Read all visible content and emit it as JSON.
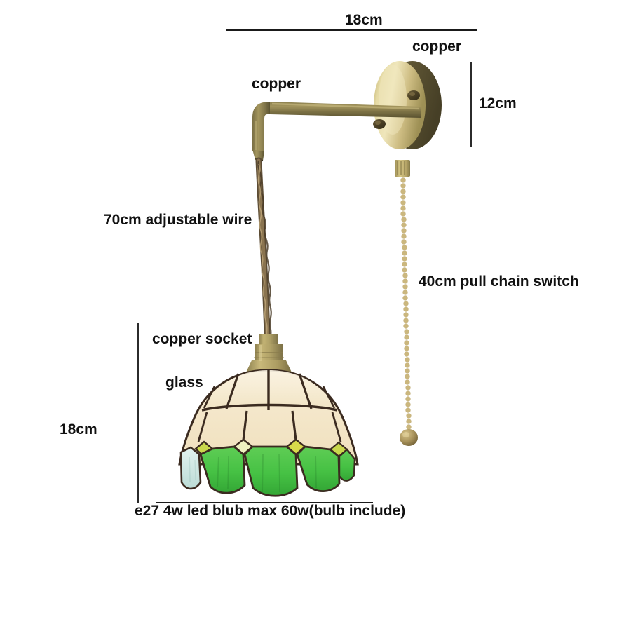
{
  "diagram": {
    "title": "wall-lamp-dimension-diagram",
    "background_color": "#ffffff",
    "labels": {
      "width_top": "18cm",
      "height_plate": "12cm",
      "height_shade": "18cm",
      "arm_material": "copper",
      "plate_material": "copper",
      "wire": "70cm adjustable wire",
      "pull_chain": "40cm pull chain switch",
      "socket": "copper socket",
      "shade_material": "glass",
      "bulb": "e27 4w led blub max 60w(bulb include)"
    },
    "colors": {
      "text": "#111111",
      "dimension_line": "#1a1a1a",
      "brass_light": "#d8c98a",
      "brass_mid": "#b9a96a",
      "brass_dark": "#6d6340",
      "bronze": "#6b6340",
      "bronze_dark": "#4a4430",
      "glass_cream": "#f3e6c8",
      "glass_cream_light": "#faf2de",
      "glass_green": "#4cc34a",
      "glass_green_dark": "#37a83a",
      "glass_yellow": "#d6d94a",
      "glass_blue": "#cfe7e2",
      "leading": "#3b2b20",
      "cord": "#6d5a3e",
      "chain": "#cbb77e"
    },
    "parts": [
      {
        "name": "wall-plate",
        "material": "copper",
        "shape": "round disc"
      },
      {
        "name": "arm",
        "material": "copper",
        "shape": "bent tube"
      },
      {
        "name": "cord",
        "material": "twisted fabric wire",
        "length": "70cm"
      },
      {
        "name": "socket",
        "material": "copper",
        "base": "e27"
      },
      {
        "name": "shade",
        "material": "stained glass",
        "diameter": "18cm"
      },
      {
        "name": "pull-chain",
        "material": "beaded brass chain",
        "length": "40cm"
      }
    ]
  }
}
